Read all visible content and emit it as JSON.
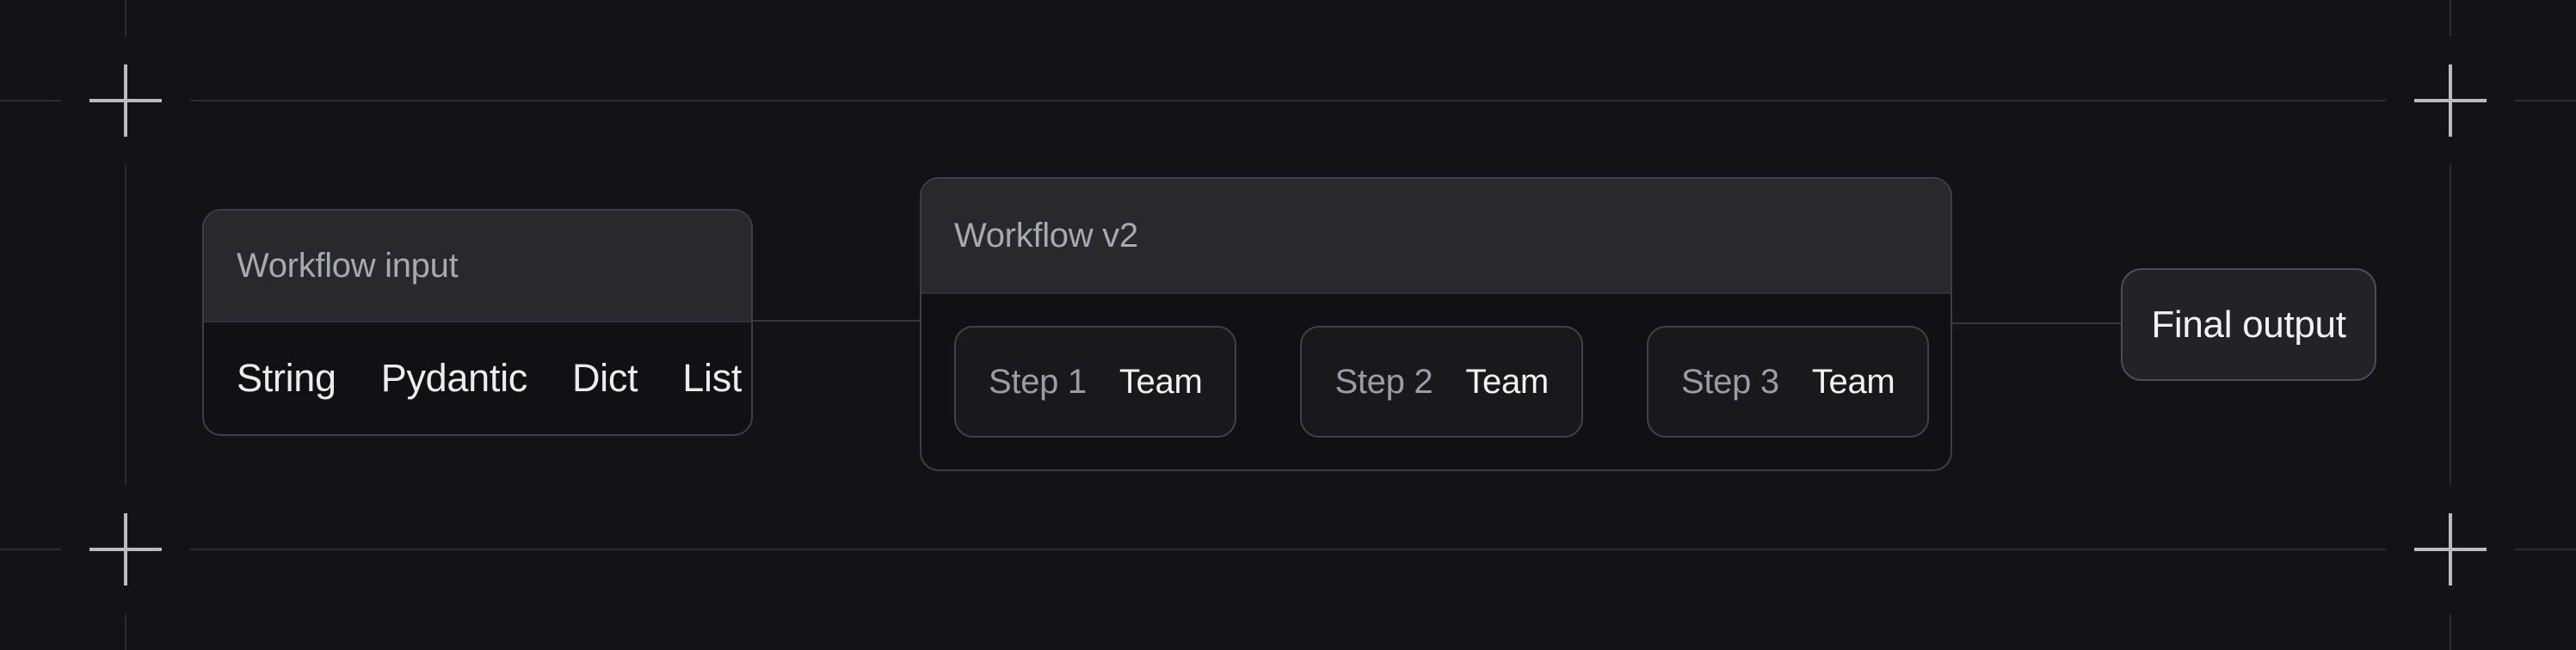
{
  "colors": {
    "canvas-bg": "#131315",
    "card-bg": "#111113",
    "card-border": "#3f3f43",
    "card-header-bg": "#29292c",
    "card-divider": "#323236",
    "step-bg": "#19191b",
    "step-border": "#424246",
    "output-bg": "#232327",
    "output-border": "#4d4d52",
    "title-text": "#a8a8b0",
    "muted-text": "#9c9ca4",
    "bright-text": "#f2f2f4",
    "tag-text": "#ececee",
    "guide-line": "#2d2d30",
    "crop-mark": "#bcbcbe",
    "connector": "#38383b"
  },
  "diagram": {
    "input_card": {
      "title": "Workflow input",
      "tags": [
        "String",
        "Pydantic",
        "Dict",
        "List"
      ]
    },
    "workflow_card": {
      "title": "Workflow v2",
      "steps": [
        {
          "label": "Step 1",
          "type": "Team"
        },
        {
          "label": "Step 2",
          "type": "Team"
        },
        {
          "label": "Step 3",
          "type": "Team"
        }
      ]
    },
    "output_card": {
      "title": "Final output"
    }
  }
}
